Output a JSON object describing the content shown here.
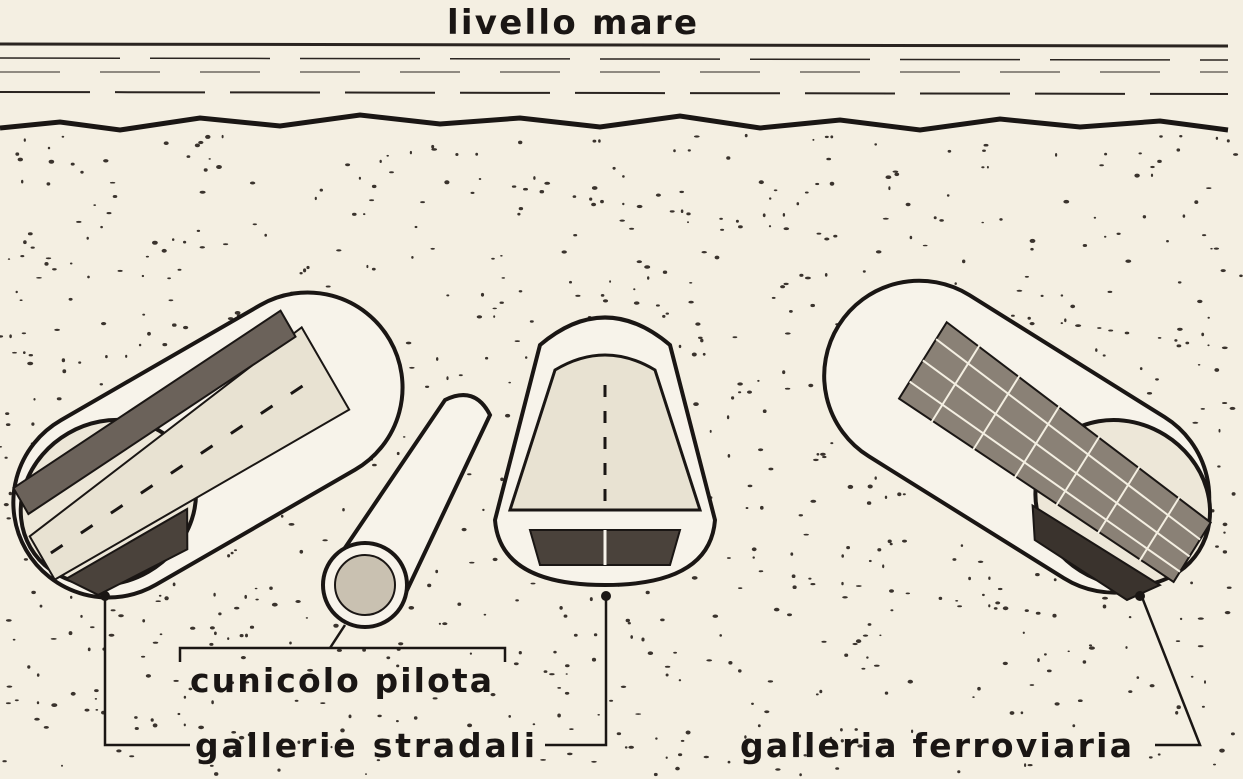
{
  "labels": {
    "sea_level": "livello mare",
    "pilot_tunnel": "cunicolo pilota",
    "road_tunnels": "gallerie stradali",
    "rail_tunnel": "galleria ferroviaria"
  },
  "colors": {
    "paper": "#f4efe2",
    "ink": "#1a1614"
  }
}
